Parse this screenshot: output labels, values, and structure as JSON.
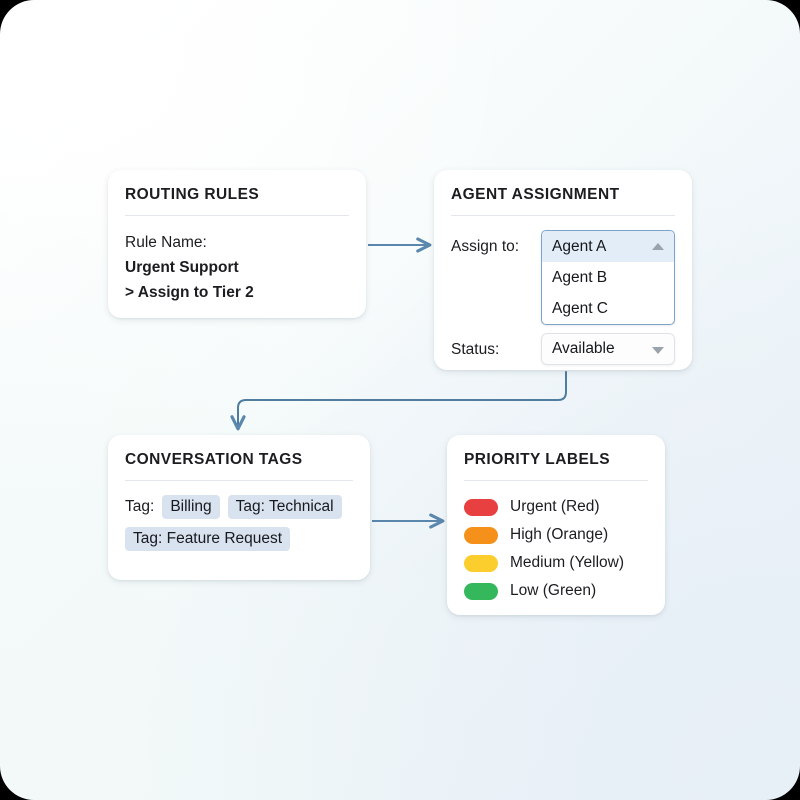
{
  "theme": {
    "connector_color": "#5b87ad",
    "card_background": "#ffffff",
    "chip_background": "#d9e2ef",
    "listbox_border": "#7ba4c9",
    "option_selected_background": "#e3edf8"
  },
  "routing_rules": {
    "title": "ROUTING RULES",
    "lines": [
      {
        "text": "Rule Name:",
        "bold": false
      },
      {
        "text": "Urgent Support",
        "bold": true
      },
      {
        "text": "> Assign to Tier 2",
        "bold": true
      }
    ]
  },
  "agent_assignment": {
    "title": "AGENT ASSIGNMENT",
    "assign_label": "Assign to:",
    "assign_options": [
      "Agent A",
      "Agent B",
      "Agent C"
    ],
    "assign_selected": "Agent A",
    "scroll_up_icon": "triangle-up-icon",
    "status_label": "Status:",
    "status_value": "Available",
    "status_chevron_icon": "chevron-down-icon"
  },
  "conversation_tags": {
    "title": "CONVERSATION TAGS",
    "prefix": "Tag:",
    "chips": [
      "Billing",
      "Tag: Technical",
      "Tag: Feature Request"
    ]
  },
  "priority_labels": {
    "title": "PRIORITY LABELS",
    "items": [
      {
        "label": "Urgent (Red)",
        "color": "#e84040"
      },
      {
        "label": "High (Orange)",
        "color": "#f5901a"
      },
      {
        "label": "Medium (Yellow)",
        "color": "#fbcd2d"
      },
      {
        "label": "Low (Green)",
        "color": "#35b75c"
      }
    ]
  }
}
